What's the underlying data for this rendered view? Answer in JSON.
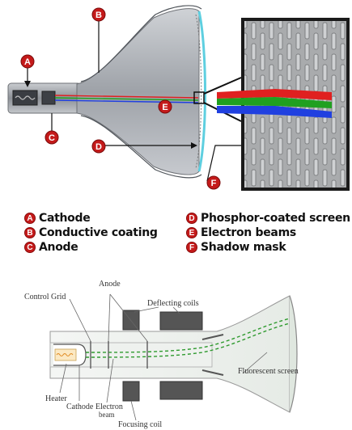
{
  "callouts": {
    "a": "A",
    "b": "B",
    "c": "C",
    "d": "D",
    "e": "E",
    "f": "F"
  },
  "legend": [
    {
      "badge": "A",
      "label": "Cathode"
    },
    {
      "badge": "B",
      "label": "Conductive coating"
    },
    {
      "badge": "C",
      "label": "Anode"
    },
    {
      "badge": "D",
      "label": "Phosphor-coated screen"
    },
    {
      "badge": "E",
      "label": "Electron beams"
    },
    {
      "badge": "F",
      "label": "Shadow mask"
    }
  ],
  "diagram_labels": {
    "anode": "Anode",
    "control_grid": "Control Grid",
    "deflecting_coils": "Deflecting coils",
    "fluorescent_screen": "Fluorescent screen",
    "heater": "Heater",
    "cathode": "Cathode",
    "electron_beam_line1": "Electron",
    "electron_beam_line2": "beam",
    "focusing_coil": "Focusing coil"
  },
  "colors": {
    "callout_red": "#c41a1a",
    "beam_red": "#e02020",
    "beam_green": "#20a020",
    "beam_blue": "#2040e0",
    "dashed_beam": "#2e9a2e"
  }
}
